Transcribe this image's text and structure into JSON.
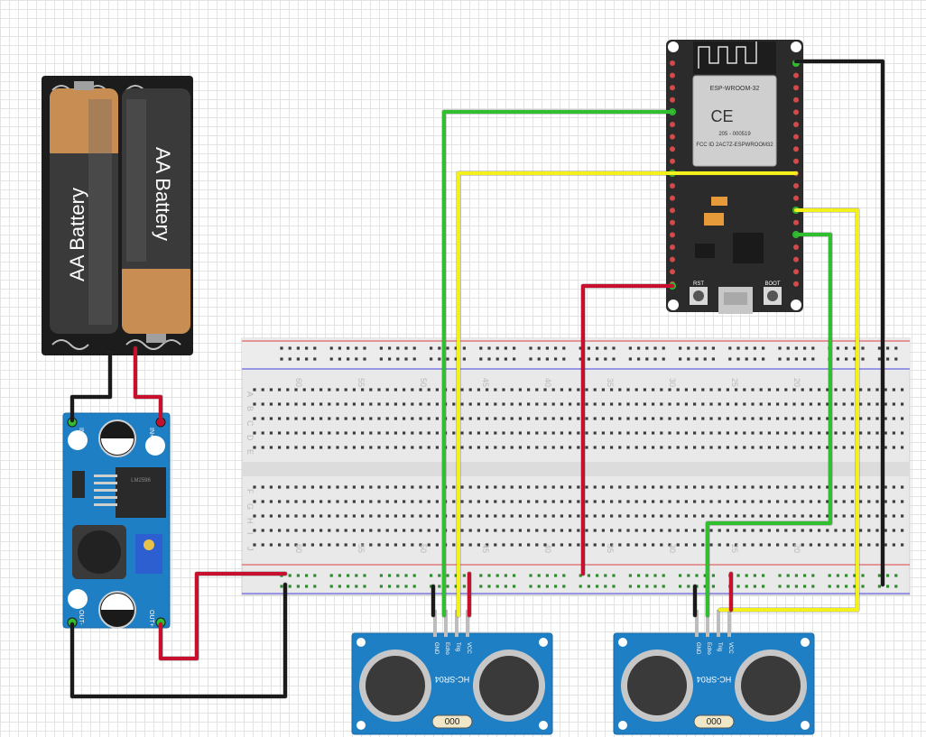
{
  "battery_pack": {
    "cells": [
      {
        "label": "AA Battery"
      },
      {
        "label": "AA Battery"
      }
    ]
  },
  "buck_converter": {
    "pins": {
      "in_minus": "IN-",
      "in_plus": "IN+",
      "out_minus": "OUT-",
      "out_plus": "OUT+"
    },
    "chip_text": "LM2596"
  },
  "esp32": {
    "module_name": "ESP-WROOM-32",
    "fcc_id": "FCC ID 2AC7Z-ESPWROOM32",
    "code": "205 - 000519",
    "buttons": {
      "reset": "RST",
      "boot": "BOOT"
    }
  },
  "breadboard": {
    "column_numbers": [
      "60",
      "55",
      "50",
      "45",
      "40",
      "35",
      "30",
      "25",
      "20"
    ],
    "row_letters_top": [
      "A",
      "B",
      "C",
      "D",
      "E"
    ],
    "row_letters_bottom": [
      "F",
      "G",
      "H",
      "I",
      "J"
    ]
  },
  "sensors": [
    {
      "model": "HC-SR04",
      "version": "000",
      "pins": [
        "GND",
        "Echo",
        "Trig",
        "VCC"
      ]
    },
    {
      "model": "HC-SR04",
      "version": "000",
      "pins": [
        "GND",
        "Echo",
        "Trig",
        "VCC"
      ]
    }
  ],
  "colors": {
    "wire_red": "#c8102e",
    "wire_black": "#1a1a1a",
    "wire_green": "#2fbf2f",
    "wire_yellow": "#f2f21a",
    "pcb_blue": "#1f7fc4",
    "esp_board": "#2b2b2b"
  }
}
